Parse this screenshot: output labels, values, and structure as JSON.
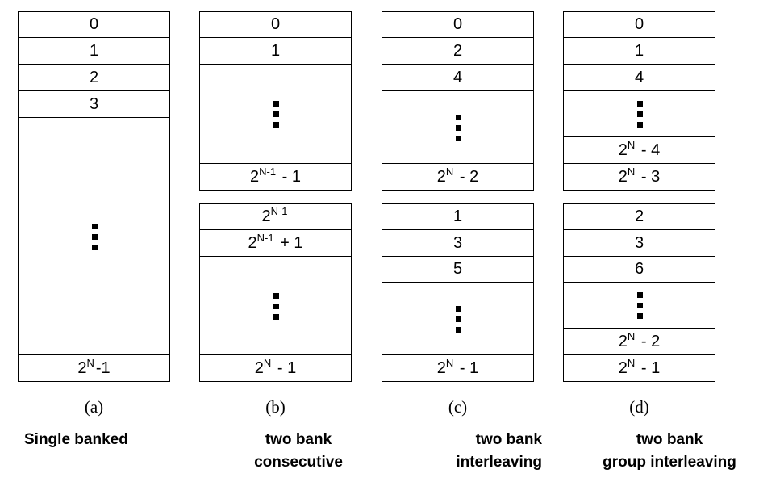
{
  "columns": [
    {
      "id": "a",
      "sublabel": "(a)",
      "caption": [
        "Single banked"
      ],
      "banks": [
        {
          "cells": [
            {
              "base": "0",
              "sup": "",
              "rest": ""
            },
            {
              "base": "1",
              "sup": "",
              "rest": ""
            },
            {
              "base": "2",
              "sup": "",
              "rest": ""
            },
            {
              "base": "3",
              "sup": "",
              "rest": ""
            },
            {
              "dots": true
            },
            {
              "base": "2",
              "sup": "N",
              "rest": "-1"
            }
          ]
        }
      ]
    },
    {
      "id": "b",
      "sublabel": "(b)",
      "caption": [
        "two bank",
        "consecutive"
      ],
      "banks": [
        {
          "cells": [
            {
              "base": "0",
              "sup": "",
              "rest": ""
            },
            {
              "base": "1",
              "sup": "",
              "rest": ""
            },
            {
              "dots": true
            },
            {
              "base": "2",
              "sup": "N-1",
              "rest": " - 1"
            }
          ]
        },
        {
          "cells": [
            {
              "base": "2",
              "sup": "N-1",
              "rest": ""
            },
            {
              "base": "2",
              "sup": "N-1",
              "rest": " + 1"
            },
            {
              "dots": true
            },
            {
              "base": "2",
              "sup": "N",
              "rest": " - 1"
            }
          ]
        }
      ]
    },
    {
      "id": "c",
      "sublabel": "(c)",
      "caption": [
        "two bank",
        "interleaving"
      ],
      "banks": [
        {
          "cells": [
            {
              "base": "0",
              "sup": "",
              "rest": ""
            },
            {
              "base": "2",
              "sup": "",
              "rest": ""
            },
            {
              "base": "4",
              "sup": "",
              "rest": ""
            },
            {
              "dots": true
            },
            {
              "base": "2",
              "sup": "N",
              "rest": " - 2"
            }
          ]
        },
        {
          "cells": [
            {
              "base": "1",
              "sup": "",
              "rest": ""
            },
            {
              "base": "3",
              "sup": "",
              "rest": ""
            },
            {
              "base": "5",
              "sup": "",
              "rest": ""
            },
            {
              "dots": true
            },
            {
              "base": "2",
              "sup": "N",
              "rest": " - 1"
            }
          ]
        }
      ]
    },
    {
      "id": "d",
      "sublabel": "(d)",
      "caption": [
        "two bank",
        "group interleaving"
      ],
      "banks": [
        {
          "cells": [
            {
              "base": "0",
              "sup": "",
              "rest": ""
            },
            {
              "base": "1",
              "sup": "",
              "rest": ""
            },
            {
              "base": "4",
              "sup": "",
              "rest": ""
            },
            {
              "dots": true
            },
            {
              "base": "2",
              "sup": "N",
              "rest": " - 4"
            },
            {
              "base": "2",
              "sup": "N",
              "rest": " - 3"
            }
          ]
        },
        {
          "cells": [
            {
              "base": "2",
              "sup": "",
              "rest": ""
            },
            {
              "base": "3",
              "sup": "",
              "rest": ""
            },
            {
              "base": "6",
              "sup": "",
              "rest": ""
            },
            {
              "dots": true
            },
            {
              "base": "2",
              "sup": "N",
              "rest": " - 2"
            },
            {
              "base": "2",
              "sup": "N",
              "rest": " - 1"
            }
          ]
        }
      ]
    }
  ]
}
